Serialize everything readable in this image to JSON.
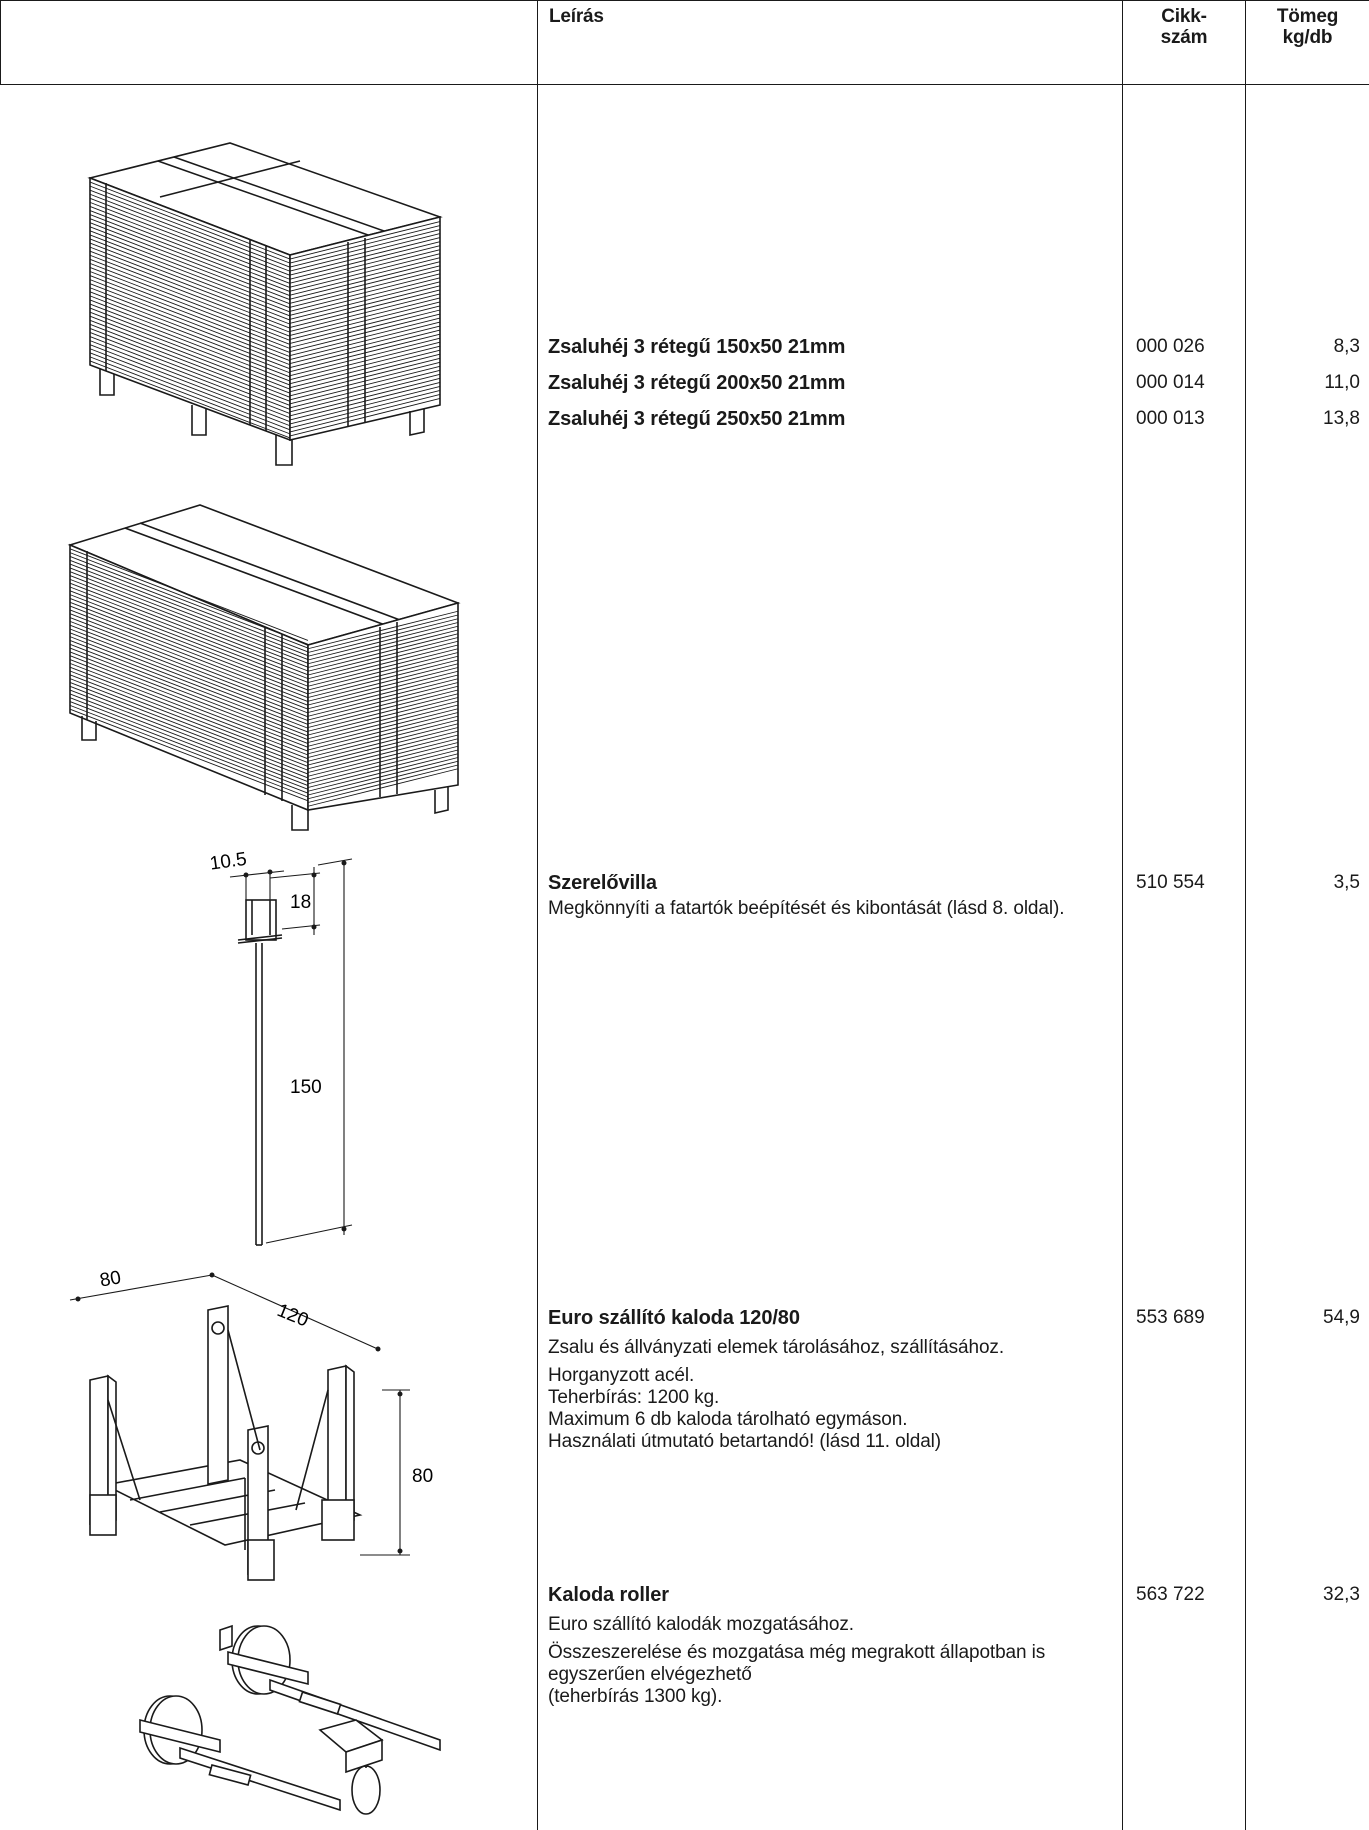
{
  "header": {
    "col_image": "",
    "col_description": "Leírás",
    "col_article_line1": "Cikk-",
    "col_article_line2": "szám",
    "col_weight_line1": "Tömeg",
    "col_weight_line2": "kg/db"
  },
  "rows": [
    {
      "items": [
        {
          "title": "Zsaluhéj 3 rétegű 150x50 21mm",
          "article": "000 026",
          "weight": "8,3"
        },
        {
          "title": "Zsaluhéj 3 rétegű 200x50 21mm",
          "article": "000 014",
          "weight": "11,0"
        },
        {
          "title": "Zsaluhéj 3 rétegű 250x50 21mm",
          "article": "000 013",
          "weight": "13,8"
        }
      ]
    },
    {
      "title": "Szerelővilla",
      "desc": "Megkönnyíti a fatartók beépítését és kibontását (lásd 8. oldal).",
      "article": "510 554",
      "weight": "3,5",
      "dims": {
        "d1": "10.5",
        "d2": "18",
        "d3": "150"
      }
    },
    {
      "title": "Euro szállító kaloda 120/80",
      "desc1": "Zsalu és állványzati elemek tárolásához, szállításához.",
      "desc2": "Horganyzott acél.",
      "desc3": "Teherbírás: 1200 kg.",
      "desc4": "Maximum 6 db kaloda tárolható egymáson.",
      "desc5": "Használati útmutató betartandó! (lásd 11. oldal)",
      "article": "553 689",
      "weight": "54,9",
      "dims": {
        "d1": "80",
        "d2": "120",
        "d3": "80"
      }
    },
    {
      "title": "Kaloda roller",
      "desc1": "Euro szállító kalodák mozgatásához.",
      "desc2": "Összeszerelése és mozgatása még megrakott állapotban is egyszerűen elvégezhető",
      "desc3": "(teherbírás 1300 kg).",
      "article": "563 722",
      "weight": "32,3"
    }
  ],
  "colors": {
    "line": "#1a1a1a",
    "background": "#ffffff"
  }
}
